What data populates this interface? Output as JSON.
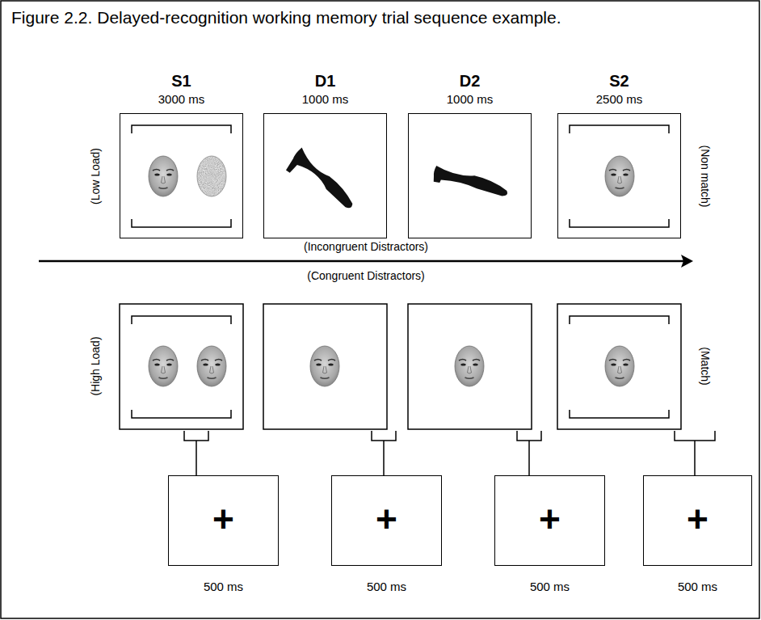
{
  "diagram": {
    "title": "Figure 2.2. Delayed-recognition working memory trial sequence example.",
    "nodes": [
      {
        "text": [
          "S1",
          "3000 ms"
        ]
      },
      {
        "text": [
          "D1",
          "1000 ms"
        ]
      },
      {
        "text": [
          "D2",
          "1000 ms"
        ]
      },
      {
        "text": [
          "S2",
          "2500 ms"
        ]
      },
      {
        "text": [
          "+",
          "500 ms"
        ]
      },
      {
        "text": [
          "+",
          "500 ms"
        ]
      },
      {
        "text": [
          "+",
          "500 ms"
        ]
      },
      {
        "text": [
          "+",
          "500 ms"
        ]
      }
    ],
    "labels": [
      "(Low Load)",
      "(Non match)",
      "(Incongruent Distractors)",
      "(Congruent Distractors)",
      "(High Load)",
      "(Match)"
    ]
  }
}
